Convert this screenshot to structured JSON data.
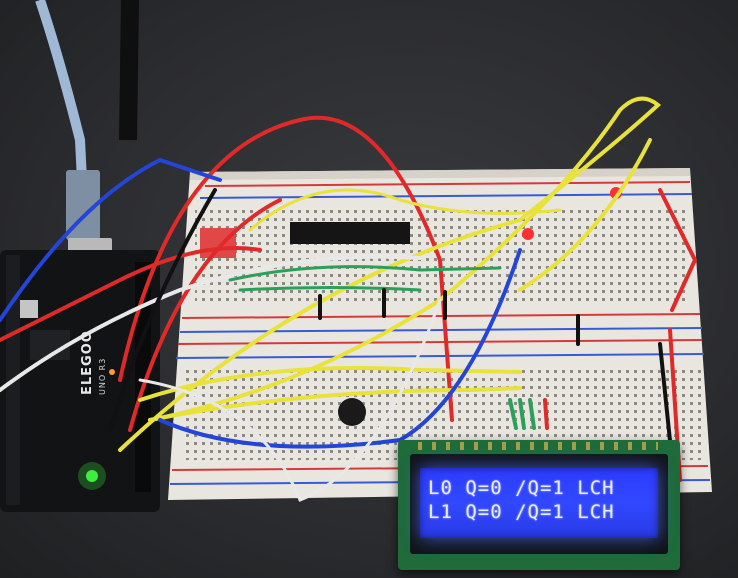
{
  "arduino": {
    "brand": "ELEGOO",
    "model": "UNO R3"
  },
  "lcd": {
    "line1": "L0 Q=0 /Q=1 LCH",
    "line2": "L1 Q=0 /Q=1 LCH"
  },
  "colors": {
    "background": "#2a2b2d",
    "breadboard": "#e9e6df",
    "lcd_screen": "#3048ff",
    "lcd_board": "#1f6b3a",
    "arduino_board": "#111315",
    "wire_red": "#e02a2a",
    "wire_yellow": "#e8e23a",
    "wire_blue": "#2345d8",
    "wire_white": "#e8e8e8",
    "wire_green": "#2aa05a",
    "wire_black": "#111111",
    "usb_cable": "#9fb8d6"
  }
}
